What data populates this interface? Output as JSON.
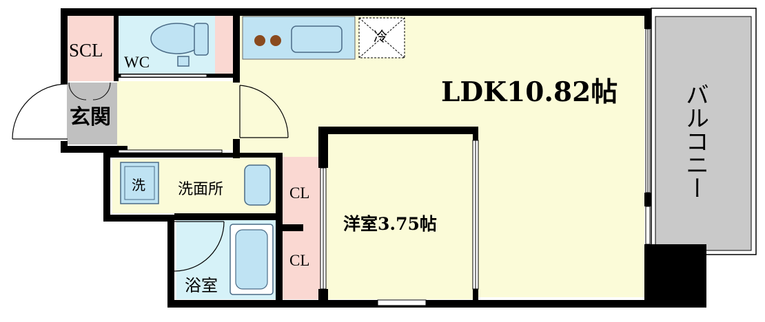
{
  "rooms": {
    "ldk": "LDK10.82帖",
    "western_room": "洋室3.75帖",
    "balcony": "バルコニー",
    "wc": "WC",
    "scl": "SCL",
    "entrance": "玄関",
    "washroom": "洗面所",
    "washer": "洗",
    "bath": "浴室",
    "closet_upper": "CL",
    "closet_lower": "CL",
    "fridge": "冷"
  },
  "colors": {
    "wall": "#000000",
    "ldk_floor": "#fbfbd8",
    "wet_area": "#d6f2f8",
    "closet": "#fad8d2",
    "entrance_floor": "#c0c0c0",
    "balcony": "#c9c9c9",
    "fixture": "#bfe3f3",
    "burner": "#8a4a1e"
  }
}
